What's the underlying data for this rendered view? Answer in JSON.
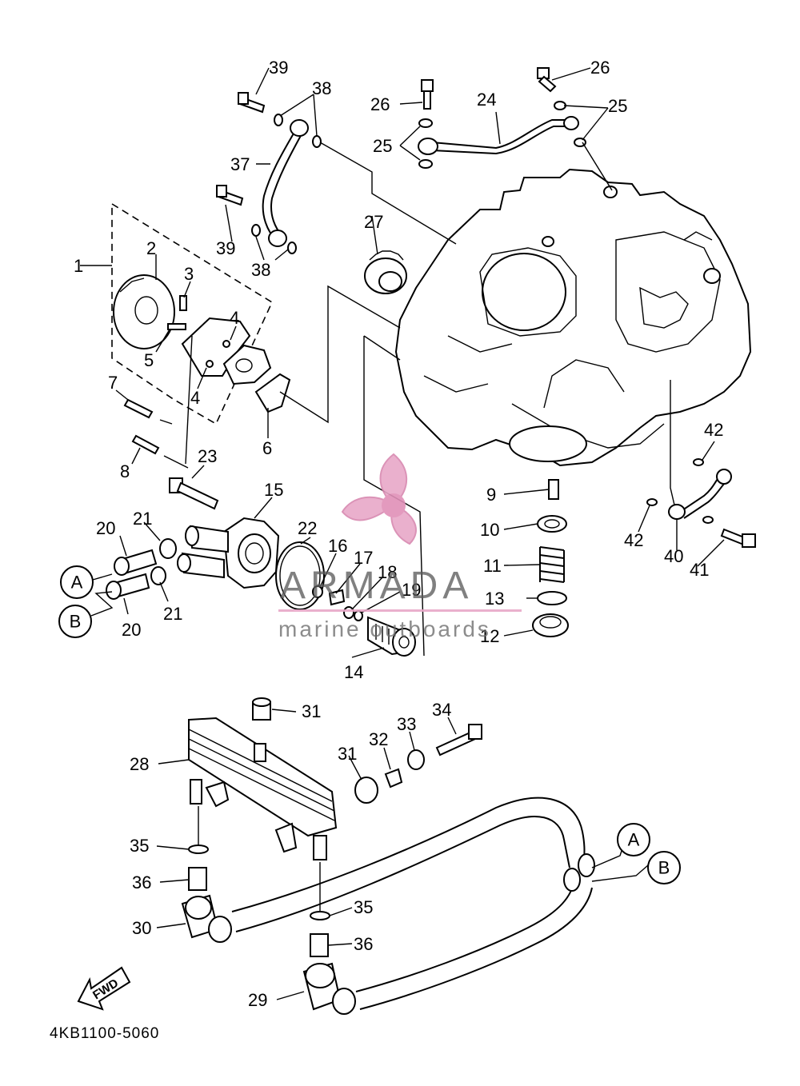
{
  "diagram": {
    "callouts": {
      "p1": "1",
      "p2": "2",
      "p3": "3",
      "p4a": "4",
      "p4b": "4",
      "p5": "5",
      "p6": "6",
      "p7": "7",
      "p8": "8",
      "p9": "9",
      "p10": "10",
      "p11": "11",
      "p12": "12",
      "p13": "13",
      "p14": "14",
      "p15": "15",
      "p16": "16",
      "p17": "17",
      "p18": "18",
      "p19": "19",
      "p20a": "20",
      "p20b": "20",
      "p21a": "21",
      "p21b": "21",
      "p22": "22",
      "p23": "23",
      "p24": "24",
      "p25a": "25",
      "p25b": "25",
      "p26a": "26",
      "p26b": "26",
      "p27": "27",
      "p28": "28",
      "p29": "29",
      "p30": "30",
      "p31a": "31",
      "p31b": "31",
      "p32": "32",
      "p33": "33",
      "p34": "34",
      "p35a": "35",
      "p35b": "35",
      "p36a": "36",
      "p36b": "36",
      "p37": "37",
      "p38a": "38",
      "p38b": "38",
      "p39a": "39",
      "p39b": "39",
      "p40": "40",
      "p41": "41",
      "p42a": "42",
      "p42b": "42"
    },
    "connectors": {
      "a": "A",
      "b": "B"
    },
    "fwd_label": "FWD",
    "drawing_code": "4KB1100-5060"
  },
  "watermark": {
    "brand": "ARMADA",
    "tagline": "marine outboards",
    "color": "#e8a8c8"
  }
}
